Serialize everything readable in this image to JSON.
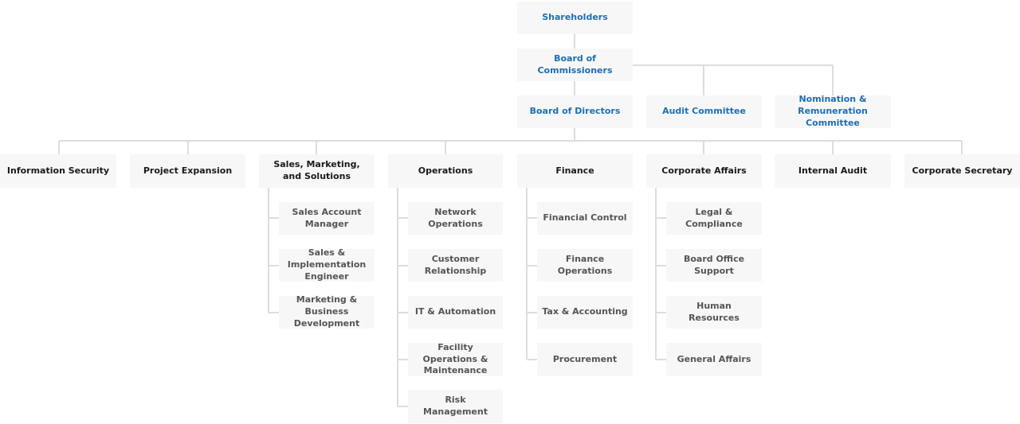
{
  "governance": {
    "shareholders": "Shareholders",
    "board_of_commissioners": "Board of Commissioners",
    "board_of_directors": "Board of Directors",
    "audit_committee": "Audit Committee",
    "nomination_committee": "Nomination & Remuneration Committee"
  },
  "departments": [
    {
      "label": "Information Security"
    },
    {
      "label": "Project Expansion"
    },
    {
      "label": "Sales, Marketing, and Solutions",
      "units": [
        "Sales Account Manager",
        "Sales & Implementation Engineer",
        "Marketing & Business Development"
      ]
    },
    {
      "label": "Operations",
      "units": [
        "Network Operations",
        "Customer Relationship",
        "IT & Automation",
        "Facility Operations & Maintenance",
        "Risk Management"
      ]
    },
    {
      "label": "Finance",
      "units": [
        "Financial Control",
        "Finance Operations",
        "Tax & Accounting",
        "Procurement"
      ]
    },
    {
      "label": "Corporate Affairs",
      "units": [
        "Legal & Compliance",
        "Board Office Support",
        "Human Resources",
        "General Affairs"
      ]
    },
    {
      "label": "Internal Audit"
    },
    {
      "label": "Corporate Secretary"
    }
  ],
  "colors": {
    "governance_text": "#1f6fb2",
    "department_text": "#1a1a1a",
    "unit_text": "#555555",
    "box_fill": "#f7f7f7",
    "connector": "#dddddd"
  }
}
